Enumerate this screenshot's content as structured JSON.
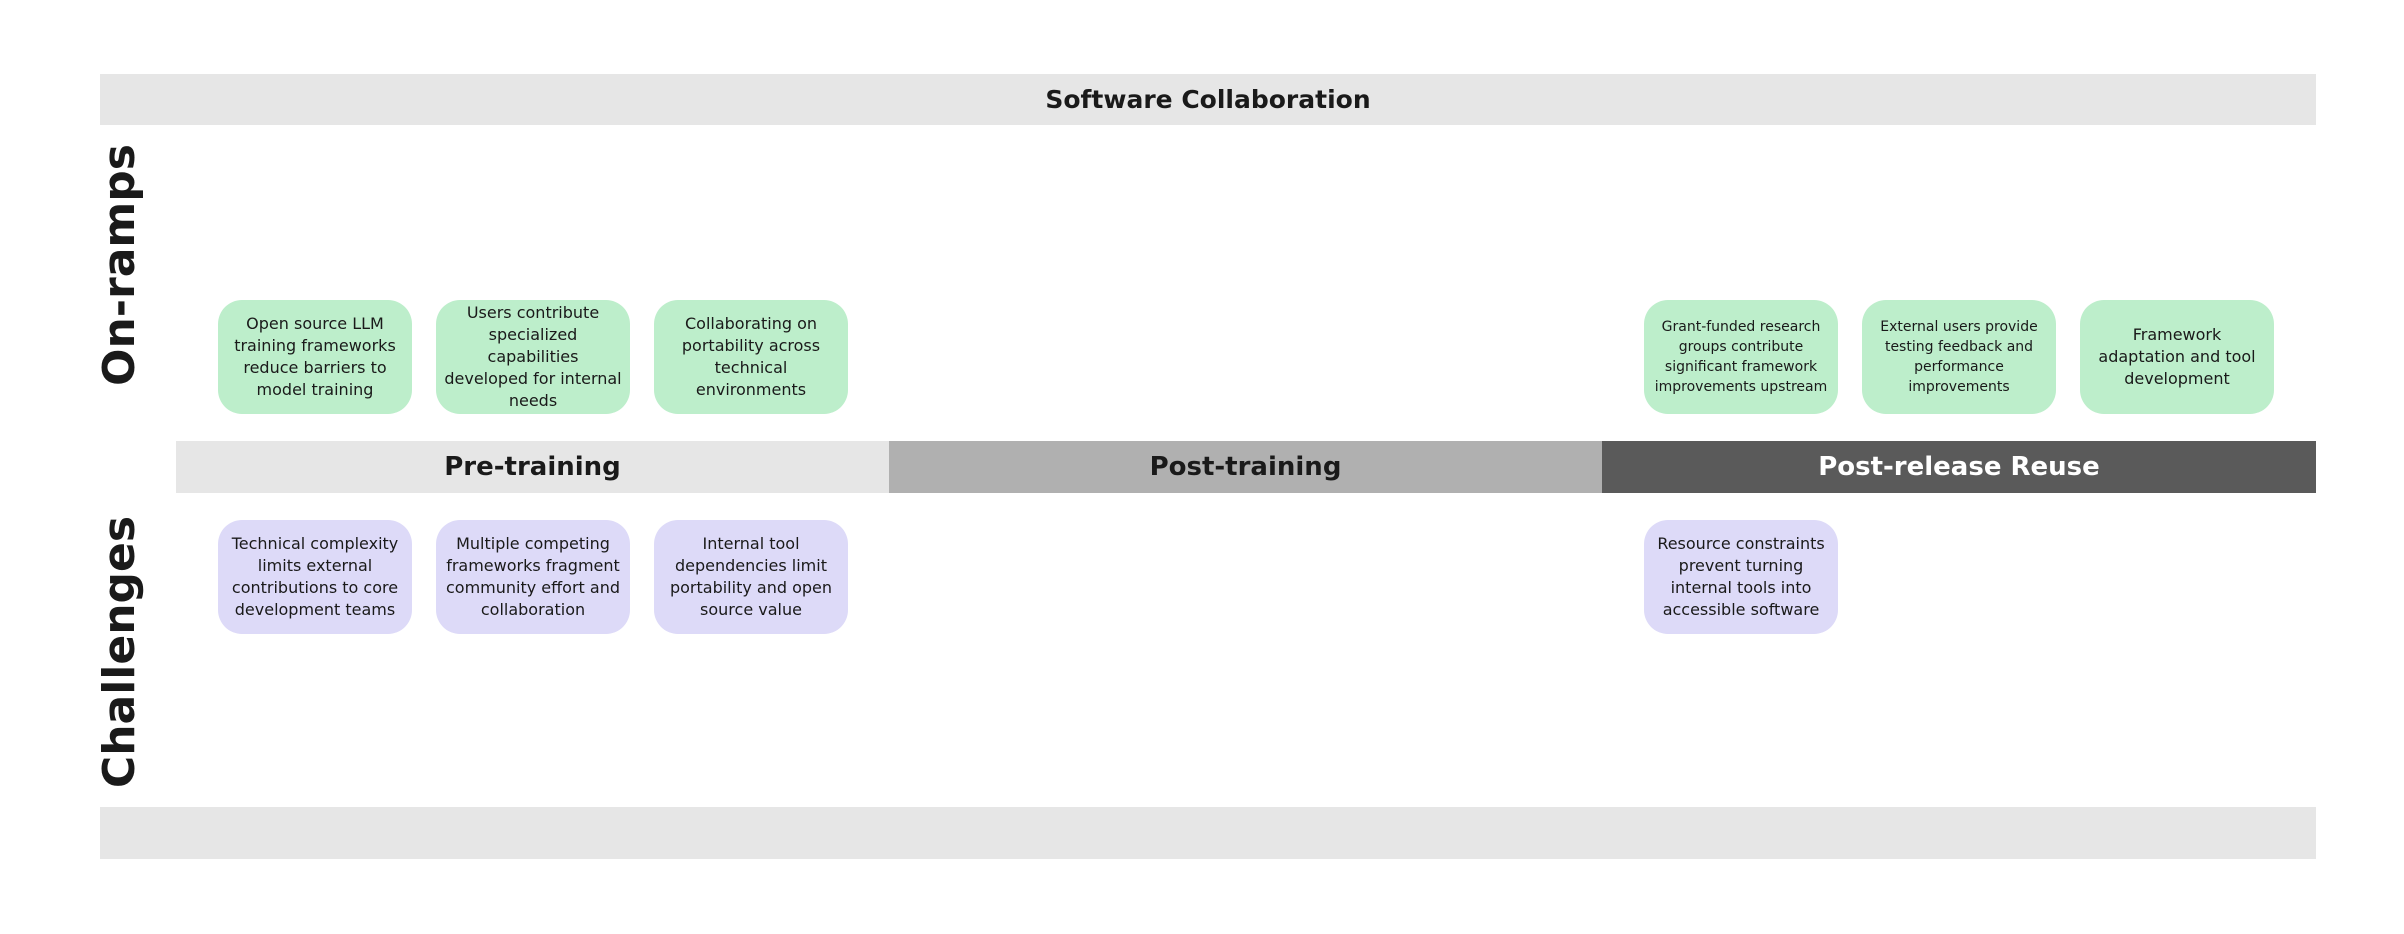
{
  "diagram": {
    "title": "Software Collaboration",
    "row_labels": {
      "onramps": "On-ramps",
      "challenges": "Challenges"
    },
    "phases": [
      "Pre-training",
      "Post-training",
      "Post-release Reuse"
    ],
    "onramps": {
      "pretraining": [
        "Open source LLM training frameworks reduce barriers to model training",
        "Users contribute specialized capabilities developed for internal needs",
        "Collaborating on portability across technical environments"
      ],
      "reuse": [
        "Grant-funded research groups contribute significant framework improvements upstream",
        "External users provide testing feedback and performance improvements",
        "Framework adaptation and tool development"
      ]
    },
    "challenges": {
      "pretraining": [
        "Technical complexity limits external contributions to core development teams",
        "Multiple competing frameworks fragment community effort and collaboration",
        "Internal tool dependencies limit portability and open source value"
      ],
      "reuse": [
        "Resource constraints prevent turning internal tools into accessible software"
      ]
    },
    "colors": {
      "onramp_card": "#bdeecb",
      "challenge_card": "#dddaf8",
      "band": "#e6e6e6",
      "phase_pre": "#e6e6e6",
      "phase_post": "#b0b0b0",
      "phase_reuse": "#5a5a5a"
    }
  }
}
